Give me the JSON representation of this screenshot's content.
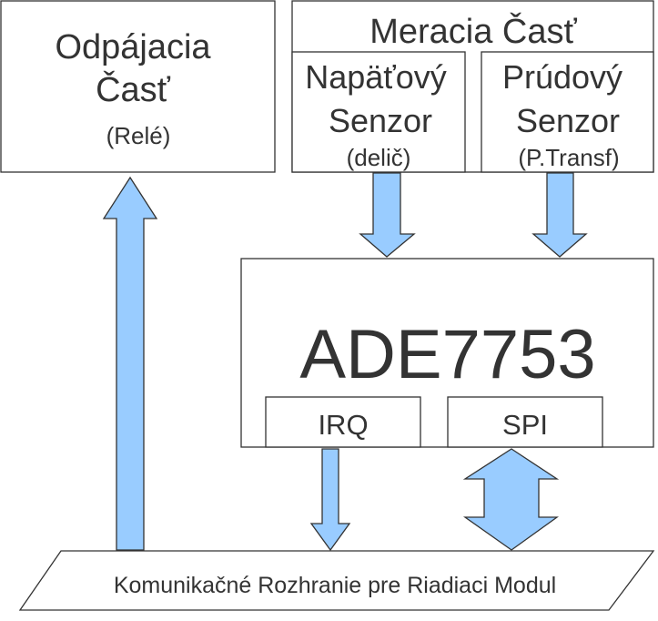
{
  "switching_part": {
    "line1": "Odpájacia",
    "line2": "Časť",
    "note": "(Relé)"
  },
  "measuring_part": {
    "title": "Meracia Časť",
    "voltage_sensor": {
      "line1": "Napäťový",
      "line2": "Senzor",
      "note": "(delič)"
    },
    "current_sensor": {
      "line1": "Prúdový",
      "line2": "Senzor",
      "note": "(P.Transf)"
    }
  },
  "chip": {
    "name": "ADE7753",
    "irq": "IRQ",
    "spi": "SPI"
  },
  "bus": {
    "label": "Komunikačné Rozhranie pre Riadiaci Modul"
  },
  "colors": {
    "arrow_fill": "#99ccff",
    "stroke": "#333333",
    "text": "#333333",
    "background": "#ffffff"
  }
}
